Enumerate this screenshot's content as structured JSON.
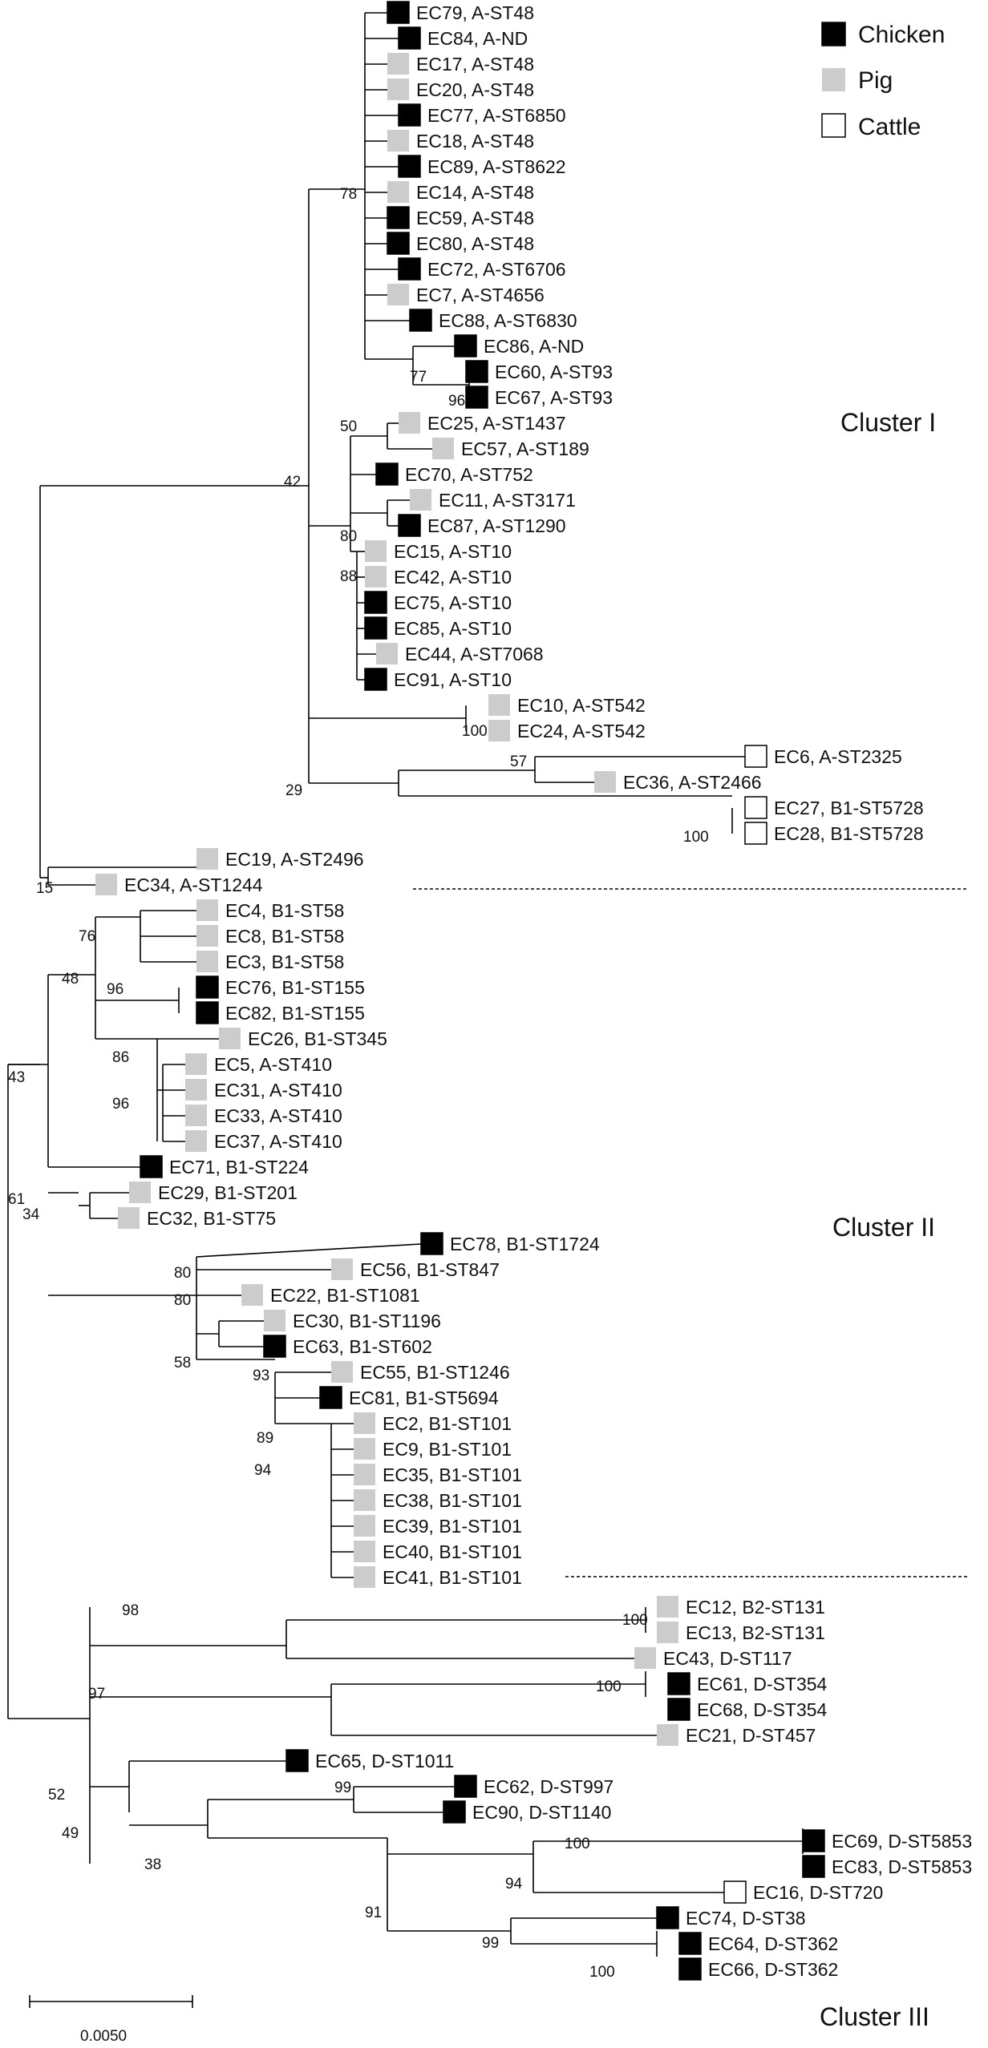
{
  "legend": [
    {
      "host": "Chicken",
      "color": "#000000"
    },
    {
      "host": "Pig",
      "color": "#cccccc"
    },
    {
      "host": "Cattle",
      "color": "#ffffff"
    }
  ],
  "clusters": [
    "Cluster I",
    "Cluster II",
    "Cluster III"
  ],
  "scale_bar": {
    "label": "0.0050"
  },
  "isolates": [
    {
      "label": "EC79, A-ST48",
      "host": "Chicken"
    },
    {
      "label": "EC84, A-ND",
      "host": "Chicken"
    },
    {
      "label": "EC17, A-ST48",
      "host": "Pig"
    },
    {
      "label": "EC20, A-ST48",
      "host": "Pig"
    },
    {
      "label": "EC77, A-ST6850",
      "host": "Chicken"
    },
    {
      "label": "EC18, A-ST48",
      "host": "Pig"
    },
    {
      "label": "EC89, A-ST8622",
      "host": "Chicken"
    },
    {
      "label": "EC14, A-ST48",
      "host": "Pig"
    },
    {
      "label": "EC59, A-ST48",
      "host": "Chicken"
    },
    {
      "label": "EC80, A-ST48",
      "host": "Chicken"
    },
    {
      "label": "EC72, A-ST6706",
      "host": "Chicken"
    },
    {
      "label": "EC7, A-ST4656",
      "host": "Pig"
    },
    {
      "label": "EC88, A-ST6830",
      "host": "Chicken"
    },
    {
      "label": "EC86, A-ND",
      "host": "Chicken"
    },
    {
      "label": "EC60, A-ST93",
      "host": "Chicken"
    },
    {
      "label": "EC67, A-ST93",
      "host": "Chicken"
    },
    {
      "label": "EC25, A-ST1437",
      "host": "Pig"
    },
    {
      "label": "EC57, A-ST189",
      "host": "Pig"
    },
    {
      "label": "EC70, A-ST752",
      "host": "Chicken"
    },
    {
      "label": "EC11, A-ST3171",
      "host": "Pig"
    },
    {
      "label": "EC87, A-ST1290",
      "host": "Chicken"
    },
    {
      "label": "EC15, A-ST10",
      "host": "Pig"
    },
    {
      "label": "EC42, A-ST10",
      "host": "Pig"
    },
    {
      "label": "EC75, A-ST10",
      "host": "Chicken"
    },
    {
      "label": "EC85, A-ST10",
      "host": "Chicken"
    },
    {
      "label": "EC44, A-ST7068",
      "host": "Pig"
    },
    {
      "label": "EC91, A-ST10",
      "host": "Chicken"
    },
    {
      "label": "EC10, A-ST542",
      "host": "Pig"
    },
    {
      "label": "EC24, A-ST542",
      "host": "Pig"
    },
    {
      "label": "EC6, A-ST2325",
      "host": "Cattle"
    },
    {
      "label": "EC36, A-ST2466",
      "host": "Pig"
    },
    {
      "label": "EC27, B1-ST5728",
      "host": "Cattle"
    },
    {
      "label": "EC28, B1-ST5728",
      "host": "Cattle"
    },
    {
      "label": "EC19, A-ST2496",
      "host": "Pig"
    },
    {
      "label": "EC34, A-ST1244",
      "host": "Pig"
    },
    {
      "label": "EC4, B1-ST58",
      "host": "Pig"
    },
    {
      "label": "EC8, B1-ST58",
      "host": "Pig"
    },
    {
      "label": "EC3, B1-ST58",
      "host": "Pig"
    },
    {
      "label": "EC76, B1-ST155",
      "host": "Chicken"
    },
    {
      "label": "EC82, B1-ST155",
      "host": "Chicken"
    },
    {
      "label": "EC26, B1-ST345",
      "host": "Pig"
    },
    {
      "label": "EC5, A-ST410",
      "host": "Pig"
    },
    {
      "label": "EC31, A-ST410",
      "host": "Pig"
    },
    {
      "label": "EC33, A-ST410",
      "host": "Pig"
    },
    {
      "label": "EC37, A-ST410",
      "host": "Pig"
    },
    {
      "label": "EC71, B1-ST224",
      "host": "Chicken"
    },
    {
      "label": "EC29, B1-ST201",
      "host": "Pig"
    },
    {
      "label": "EC32, B1-ST75",
      "host": "Pig"
    },
    {
      "label": "EC78, B1-ST1724",
      "host": "Chicken"
    },
    {
      "label": "EC56, B1-ST847",
      "host": "Pig"
    },
    {
      "label": "EC22, B1-ST1081",
      "host": "Pig"
    },
    {
      "label": "EC30, B1-ST1196",
      "host": "Pig"
    },
    {
      "label": "EC63, B1-ST602",
      "host": "Chicken"
    },
    {
      "label": "EC55, B1-ST1246",
      "host": "Pig"
    },
    {
      "label": "EC81, B1-ST5694",
      "host": "Chicken"
    },
    {
      "label": "EC2, B1-ST101",
      "host": "Pig"
    },
    {
      "label": "EC9, B1-ST101",
      "host": "Pig"
    },
    {
      "label": "EC35, B1-ST101",
      "host": "Pig"
    },
    {
      "label": "EC38, B1-ST101",
      "host": "Pig"
    },
    {
      "label": "EC39, B1-ST101",
      "host": "Pig"
    },
    {
      "label": "EC40, B1-ST101",
      "host": "Pig"
    },
    {
      "label": "EC41, B1-ST101",
      "host": "Pig"
    },
    {
      "label": "EC12, B2-ST131",
      "host": "Pig"
    },
    {
      "label": "EC13, B2-ST131",
      "host": "Pig"
    },
    {
      "label": "EC43, D-ST117",
      "host": "Pig"
    },
    {
      "label": "EC61, D-ST354",
      "host": "Chicken"
    },
    {
      "label": "EC68, D-ST354",
      "host": "Chicken"
    },
    {
      "label": "EC21, D-ST457",
      "host": "Pig"
    },
    {
      "label": "EC65, D-ST1011",
      "host": "Chicken"
    },
    {
      "label": "EC62, D-ST997",
      "host": "Chicken"
    },
    {
      "label": "EC90, D-ST1140",
      "host": "Chicken"
    },
    {
      "label": "EC69, D-ST5853",
      "host": "Chicken"
    },
    {
      "label": "EC83, D-ST5853",
      "host": "Chicken"
    },
    {
      "label": "EC16, D-ST720",
      "host": "Cattle"
    },
    {
      "label": "EC74, D-ST38",
      "host": "Chicken"
    },
    {
      "label": "EC64, D-ST362",
      "host": "Chicken"
    },
    {
      "label": "EC66, D-ST362",
      "host": "Chicken"
    }
  ],
  "bootstrap_values": [
    "78",
    "77",
    "96",
    "50",
    "80",
    "88",
    "42",
    "100",
    "57",
    "29",
    "100",
    "43",
    "15",
    "76",
    "96",
    "48",
    "86",
    "96",
    "61",
    "34",
    "80",
    "80",
    "58",
    "93",
    "89",
    "94",
    "98",
    "100",
    "100",
    "97",
    "52",
    "99",
    "49",
    "38",
    "100",
    "94",
    "91",
    "99",
    "100"
  ]
}
